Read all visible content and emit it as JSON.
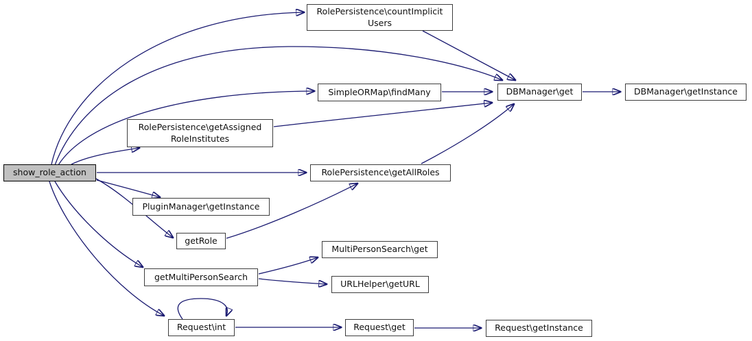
{
  "graph": {
    "kind": "doxygen-call-graph",
    "background_color": "#ffffff",
    "edge_color": "#191970",
    "node_fill": "#ffffff",
    "node_border_color": "#3d3d3d",
    "highlighted_node_fill": "#c0c0c0",
    "nodes": [
      {
        "id": "show_role_action",
        "label": "show_role_action",
        "highlighted": true
      },
      {
        "id": "RolePersistence_countImplicitUsers",
        "label": [
          "RolePersistence\\countImplicit",
          "Users"
        ],
        "highlighted": false
      },
      {
        "id": "SimpleORMap_findMany",
        "label": "SimpleORMap\\findMany",
        "highlighted": false
      },
      {
        "id": "RolePersistence_getAssignedRoleInstitutes",
        "label": [
          "RolePersistence\\getAssigned",
          "RoleInstitutes"
        ],
        "highlighted": false
      },
      {
        "id": "RolePersistence_getAllRoles",
        "label": "RolePersistence\\getAllRoles",
        "highlighted": false
      },
      {
        "id": "PluginManager_getInstance",
        "label": "PluginManager\\getInstance",
        "highlighted": false
      },
      {
        "id": "getRole",
        "label": "getRole",
        "highlighted": false
      },
      {
        "id": "getMultiPersonSearch",
        "label": "getMultiPersonSearch",
        "highlighted": false
      },
      {
        "id": "MultiPersonSearch_get",
        "label": "MultiPersonSearch\\get",
        "highlighted": false
      },
      {
        "id": "URLHelper_getURL",
        "label": "URLHelper\\getURL",
        "highlighted": false
      },
      {
        "id": "Request_int",
        "label": "Request\\int",
        "highlighted": false
      },
      {
        "id": "Request_get",
        "label": "Request\\get",
        "highlighted": false
      },
      {
        "id": "Request_getInstance",
        "label": "Request\\getInstance",
        "highlighted": false
      },
      {
        "id": "DBManager_get",
        "label": "DBManager\\get",
        "highlighted": false
      },
      {
        "id": "DBManager_getInstance",
        "label": "DBManager\\getInstance",
        "highlighted": false
      }
    ],
    "edges": [
      {
        "from": "show_role_action",
        "to": "RolePersistence_countImplicitUsers"
      },
      {
        "from": "show_role_action",
        "to": "DBManager_get"
      },
      {
        "from": "show_role_action",
        "to": "SimpleORMap_findMany"
      },
      {
        "from": "show_role_action",
        "to": "RolePersistence_getAssignedRoleInstitutes"
      },
      {
        "from": "show_role_action",
        "to": "RolePersistence_getAllRoles"
      },
      {
        "from": "show_role_action",
        "to": "PluginManager_getInstance"
      },
      {
        "from": "show_role_action",
        "to": "getRole"
      },
      {
        "from": "show_role_action",
        "to": "getMultiPersonSearch"
      },
      {
        "from": "show_role_action",
        "to": "Request_int"
      },
      {
        "from": "RolePersistence_countImplicitUsers",
        "to": "DBManager_get"
      },
      {
        "from": "SimpleORMap_findMany",
        "to": "DBManager_get"
      },
      {
        "from": "RolePersistence_getAssignedRoleInstitutes",
        "to": "DBManager_get"
      },
      {
        "from": "RolePersistence_getAllRoles",
        "to": "DBManager_get"
      },
      {
        "from": "getRole",
        "to": "RolePersistence_getAllRoles"
      },
      {
        "from": "DBManager_get",
        "to": "DBManager_getInstance"
      },
      {
        "from": "getMultiPersonSearch",
        "to": "MultiPersonSearch_get"
      },
      {
        "from": "getMultiPersonSearch",
        "to": "URLHelper_getURL"
      },
      {
        "from": "Request_int",
        "to": "Request_int"
      },
      {
        "from": "Request_int",
        "to": "Request_get"
      },
      {
        "from": "Request_get",
        "to": "Request_getInstance"
      }
    ]
  }
}
